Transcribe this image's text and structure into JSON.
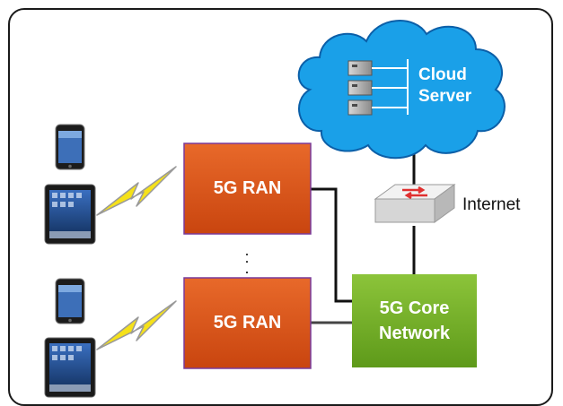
{
  "ran_boxes": [
    {
      "label": "5G RAN"
    },
    {
      "label": "5G RAN"
    }
  ],
  "core": {
    "line1": "5G Core",
    "line2": "Network"
  },
  "cloud": {
    "line1": "Cloud",
    "line2": "Server"
  },
  "internet": {
    "label": "Internet"
  },
  "ellipsis": ":\n.",
  "colors": {
    "ran_fill": "#d9551a",
    "ran_border": "#7a3a9a",
    "core_fill": "#7ab32a",
    "cloud_fill": "#1aa0e8",
    "lightning": "#f5e11a",
    "frame": "#1a1a1a"
  },
  "icons": [
    "smartphone-icon",
    "tablet-icon",
    "lightning-icon",
    "server-icon",
    "router-icon",
    "cloud-icon"
  ]
}
